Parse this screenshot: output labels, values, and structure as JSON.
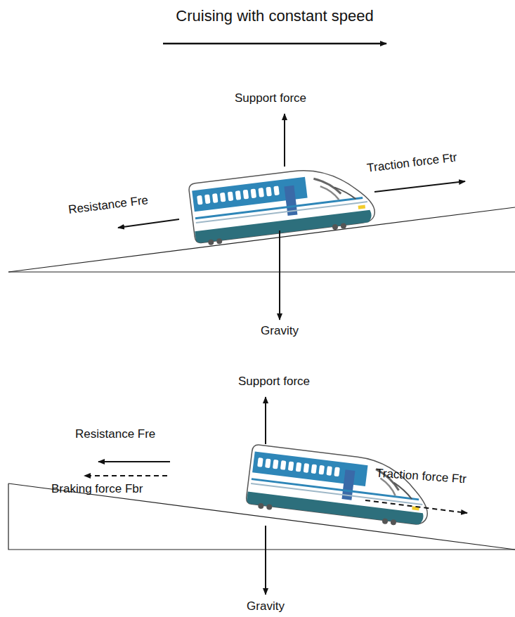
{
  "diagram": {
    "title": "Cruising with constant speed",
    "labels": [
      "Support force",
      "Traction force Ftr",
      "Resistance Fre",
      "Gravity",
      "Support force",
      "Resistance Fre",
      "Braking force Fbr",
      "Traction force Ftr",
      "Gravity"
    ]
  }
}
